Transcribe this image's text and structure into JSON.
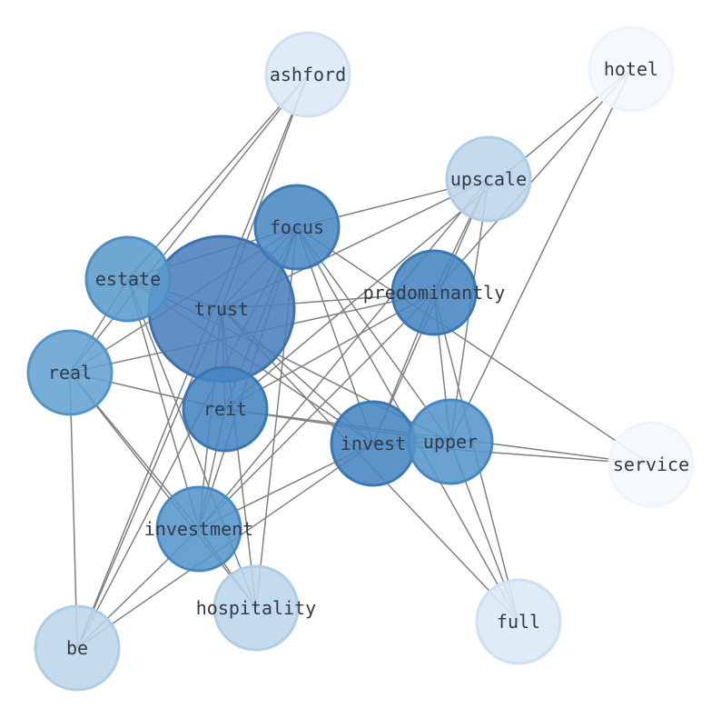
{
  "graph": {
    "nodes": [
      {
        "id": "trust",
        "label": "trust",
        "size": "xl",
        "weight": 1.0,
        "color": "#4a7fbd",
        "stroke": "#3f72ab"
      },
      {
        "id": "focus",
        "label": "focus",
        "size": "m",
        "weight": 0.8,
        "color": "#4a89c4",
        "stroke": "#3e7bb5"
      },
      {
        "id": "estate",
        "label": "estate",
        "size": "m",
        "weight": 0.7,
        "color": "#5b9bcd",
        "stroke": "#4d8ec4"
      },
      {
        "id": "real",
        "label": "real",
        "size": "m",
        "weight": 0.65,
        "color": "#64a2d2",
        "stroke": "#5594c7"
      },
      {
        "id": "predominantly",
        "label": "predominantly",
        "size": "m",
        "weight": 0.85,
        "color": "#4585c2",
        "stroke": "#3a78b4"
      },
      {
        "id": "reit",
        "label": "reit",
        "size": "m",
        "weight": 0.85,
        "color": "#4585c2",
        "stroke": "#3a78b4"
      },
      {
        "id": "invest",
        "label": "invest",
        "size": "m",
        "weight": 0.85,
        "color": "#4585c2",
        "stroke": "#3a78b4"
      },
      {
        "id": "upper",
        "label": "upper",
        "size": "m",
        "weight": 0.75,
        "color": "#5595cb",
        "stroke": "#4888c1"
      },
      {
        "id": "investment",
        "label": "investment",
        "size": "m",
        "weight": 0.75,
        "color": "#5595cb",
        "stroke": "#4888c1"
      },
      {
        "id": "upscale",
        "label": "upscale",
        "size": "m",
        "weight": 0.35,
        "color": "#bcd6eb",
        "stroke": "#b0cde6"
      },
      {
        "id": "hospitality",
        "label": "hospitality",
        "size": "m",
        "weight": 0.35,
        "color": "#bcd6eb",
        "stroke": "#b0cde6"
      },
      {
        "id": "be",
        "label": "be",
        "size": "m",
        "weight": 0.35,
        "color": "#bcd6eb",
        "stroke": "#b0cde6"
      },
      {
        "id": "ashford",
        "label": "ashford",
        "size": "m",
        "weight": 0.2,
        "color": "#dbe8f5",
        "stroke": "#cfe0f1"
      },
      {
        "id": "full",
        "label": "full",
        "size": "m",
        "weight": 0.2,
        "color": "#dbe8f5",
        "stroke": "#cfe0f1"
      },
      {
        "id": "hotel",
        "label": "hotel",
        "size": "m",
        "weight": 0.05,
        "color": "#f4f8fd",
        "stroke": "#eef4fb"
      },
      {
        "id": "service",
        "label": "service",
        "size": "m",
        "weight": 0.05,
        "color": "#f4f8fd",
        "stroke": "#eef4fb"
      }
    ],
    "edges": [
      [
        "ashford",
        "estate"
      ],
      [
        "ashford",
        "real"
      ],
      [
        "ashford",
        "trust"
      ],
      [
        "ashford",
        "be"
      ],
      [
        "hotel",
        "predominantly"
      ],
      [
        "hotel",
        "reit"
      ],
      [
        "hotel",
        "upper"
      ],
      [
        "upscale",
        "focus"
      ],
      [
        "upscale",
        "predominantly"
      ],
      [
        "upscale",
        "invest"
      ],
      [
        "upscale",
        "upper"
      ],
      [
        "upscale",
        "investment"
      ],
      [
        "upscale",
        "trust"
      ],
      [
        "focus",
        "estate"
      ],
      [
        "focus",
        "real"
      ],
      [
        "focus",
        "reit"
      ],
      [
        "focus",
        "invest"
      ],
      [
        "focus",
        "upper"
      ],
      [
        "focus",
        "investment"
      ],
      [
        "focus",
        "full"
      ],
      [
        "focus",
        "be"
      ],
      [
        "focus",
        "hospitality"
      ],
      [
        "focus",
        "trust"
      ],
      [
        "focus",
        "service"
      ],
      [
        "estate",
        "trust"
      ],
      [
        "estate",
        "real"
      ],
      [
        "estate",
        "investment"
      ],
      [
        "estate",
        "hospitality"
      ],
      [
        "estate",
        "invest"
      ],
      [
        "estate",
        "upper"
      ],
      [
        "trust",
        "predominantly"
      ],
      [
        "trust",
        "reit"
      ],
      [
        "trust",
        "investment"
      ],
      [
        "trust",
        "hospitality"
      ],
      [
        "trust",
        "full"
      ],
      [
        "trust",
        "be"
      ],
      [
        "trust",
        "invest"
      ],
      [
        "real",
        "reit"
      ],
      [
        "real",
        "investment"
      ],
      [
        "real",
        "hospitality"
      ],
      [
        "real",
        "be"
      ],
      [
        "predominantly",
        "reit"
      ],
      [
        "predominantly",
        "invest"
      ],
      [
        "predominantly",
        "upper"
      ],
      [
        "predominantly",
        "investment"
      ],
      [
        "predominantly",
        "real"
      ],
      [
        "predominantly",
        "full"
      ],
      [
        "reit",
        "upper"
      ],
      [
        "reit",
        "service"
      ],
      [
        "reit",
        "investment"
      ],
      [
        "invest",
        "upper"
      ],
      [
        "invest",
        "service"
      ],
      [
        "invest",
        "investment"
      ],
      [
        "invest",
        "be"
      ],
      [
        "upper",
        "full"
      ],
      [
        "investment",
        "hospitality"
      ],
      [
        "investment",
        "be"
      ]
    ]
  }
}
